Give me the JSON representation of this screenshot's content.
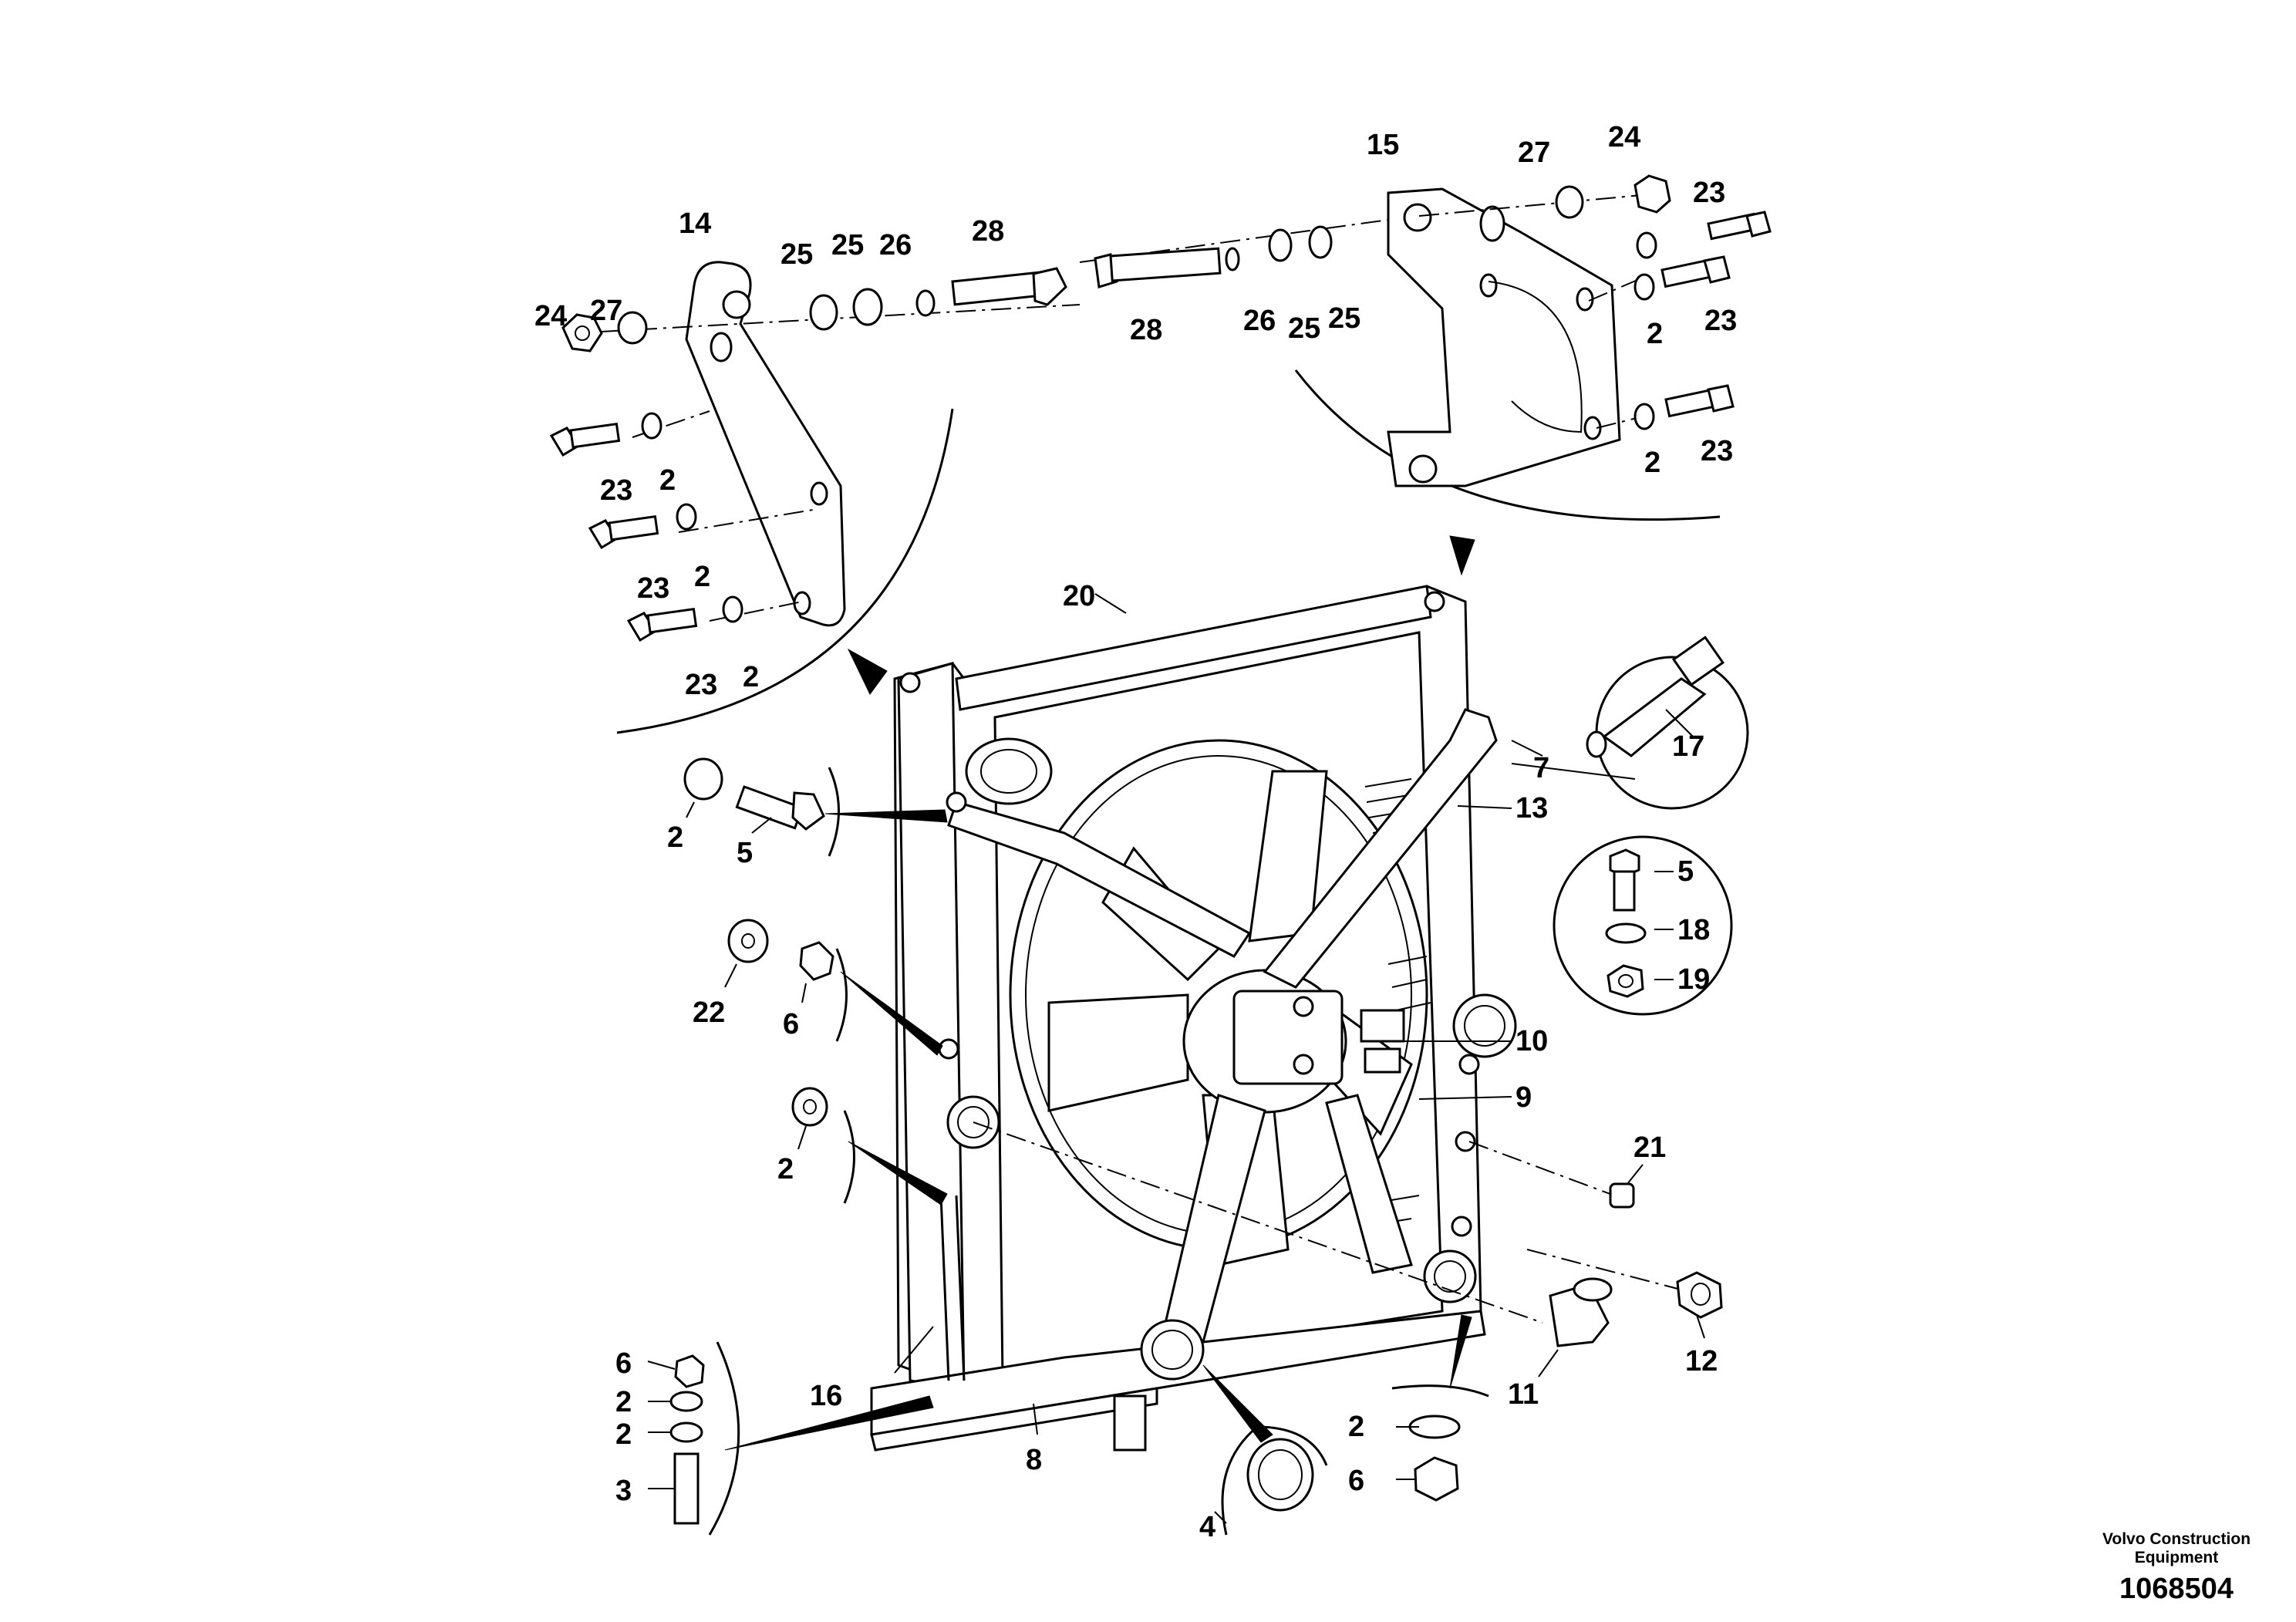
{
  "labels": {
    "l2": "2",
    "l3": "3",
    "l4": "4",
    "l5": "5",
    "l6": "6",
    "l7": "7",
    "l8": "8",
    "l9": "9",
    "l10": "10",
    "l11": "11",
    "l12": "12",
    "l13": "13",
    "l14": "14",
    "l15": "15",
    "l16": "16",
    "l17": "17",
    "l18": "18",
    "l19": "19",
    "l20": "20",
    "l21": "21",
    "l22": "22",
    "l23": "23",
    "l24": "24",
    "l25": "25",
    "l26": "26",
    "l27": "27",
    "l28": "28"
  },
  "brand": {
    "line1": "Volvo Construction",
    "line2": "Equipment",
    "drawing_number": "1068504"
  }
}
